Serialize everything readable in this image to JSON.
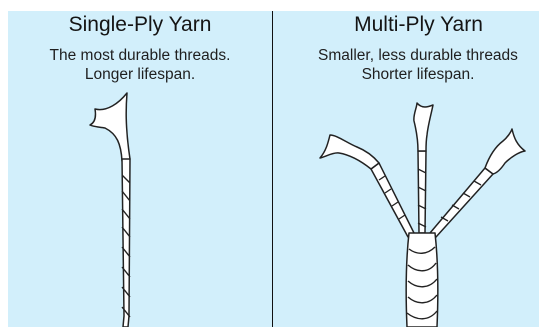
{
  "left": {
    "title": "Single-Ply Yarn",
    "line1": "The most durable threads.",
    "line2": "Longer lifespan."
  },
  "right": {
    "title": "Multi-Ply Yarn",
    "line1": "Smaller, less durable threads",
    "line2": "Shorter lifespan."
  },
  "colors": {
    "background": "#d2effb",
    "yarn_fill": "#ffffff",
    "yarn_stroke": "#222222",
    "divider": "#111111"
  }
}
